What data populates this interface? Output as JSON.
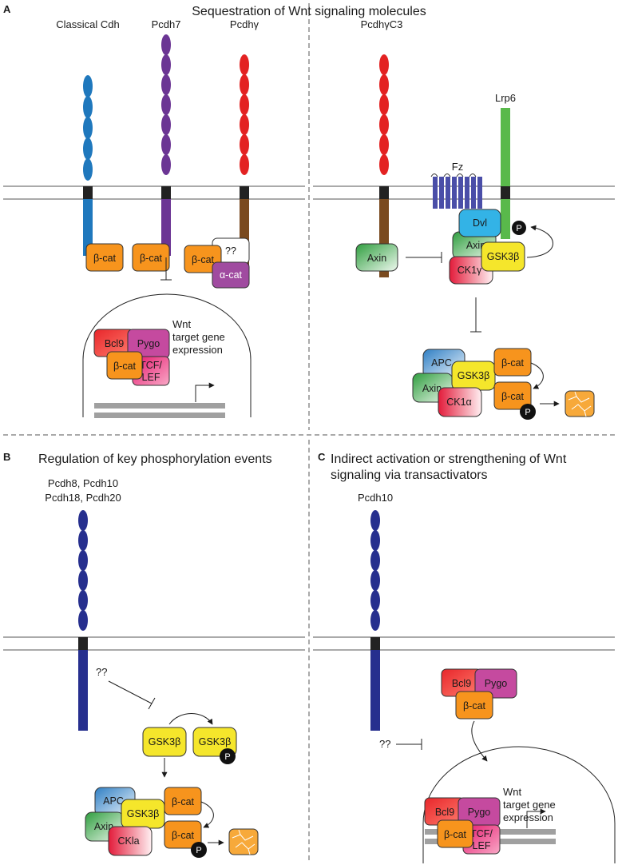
{
  "panels": {
    "A": {
      "letter": "A",
      "heading": "Sequestration of Wnt signaling molecules"
    },
    "B": {
      "letter": "B",
      "heading": "Regulation of key phosphorylation events"
    },
    "C": {
      "letter": "C",
      "heading_line1": "Indirect activation or strengthening of Wnt",
      "heading_line2": "signaling via transactivators"
    }
  },
  "labels": {
    "classical_cdh": "Classical Cdh",
    "pcdh7": "Pcdh7",
    "pcdhg": "Pcdhγ",
    "pcdhgc3": "PcdhγC3",
    "lrp6": "Lrp6",
    "fz": "Fz",
    "pcdh_b_line1": "Pcdh8, Pcdh10",
    "pcdh_b_line2": "Pcdh18, Pcdh20",
    "pcdh10": "Pcdh10",
    "unknown": "??",
    "wnt_line1": "Wnt",
    "wnt_line2": "target gene",
    "wnt_line3": "expression"
  },
  "proteins": {
    "beta_cat": "β-cat",
    "alpha_cat": "α-cat",
    "bcl9": "Bcl9",
    "pygo": "Pygo",
    "tcf_line1": "TCF/",
    "tcf_line2": "LEF",
    "axin": "Axin",
    "dvl": "Dvl",
    "gsk3b": "GSK3β",
    "ck1g": "CK1γ",
    "ck1a": "CK1α",
    "ckla": "CKla",
    "apc": "APC",
    "phospho": "P"
  },
  "colors": {
    "classical_cdh": "#1f78bd",
    "pcdh7": "#6b3594",
    "pcdhg_domain": "#e32222",
    "pcdhg_tail": "#7a4a1f",
    "pcdh_b": "#262f8e",
    "lrp6": "#59b94b",
    "fz": "#4a4ea8",
    "membrane": "#555555",
    "beta_cat": "#f7941d",
    "gsk3b": "#f5e62b",
    "dvl": "#33b3e6",
    "bcl9": "#e8262b",
    "pygo": "#c54a9f",
    "tcf": "#e8356b",
    "alpha_cat": "#a04ba0",
    "dna": "#a0a0a0"
  }
}
